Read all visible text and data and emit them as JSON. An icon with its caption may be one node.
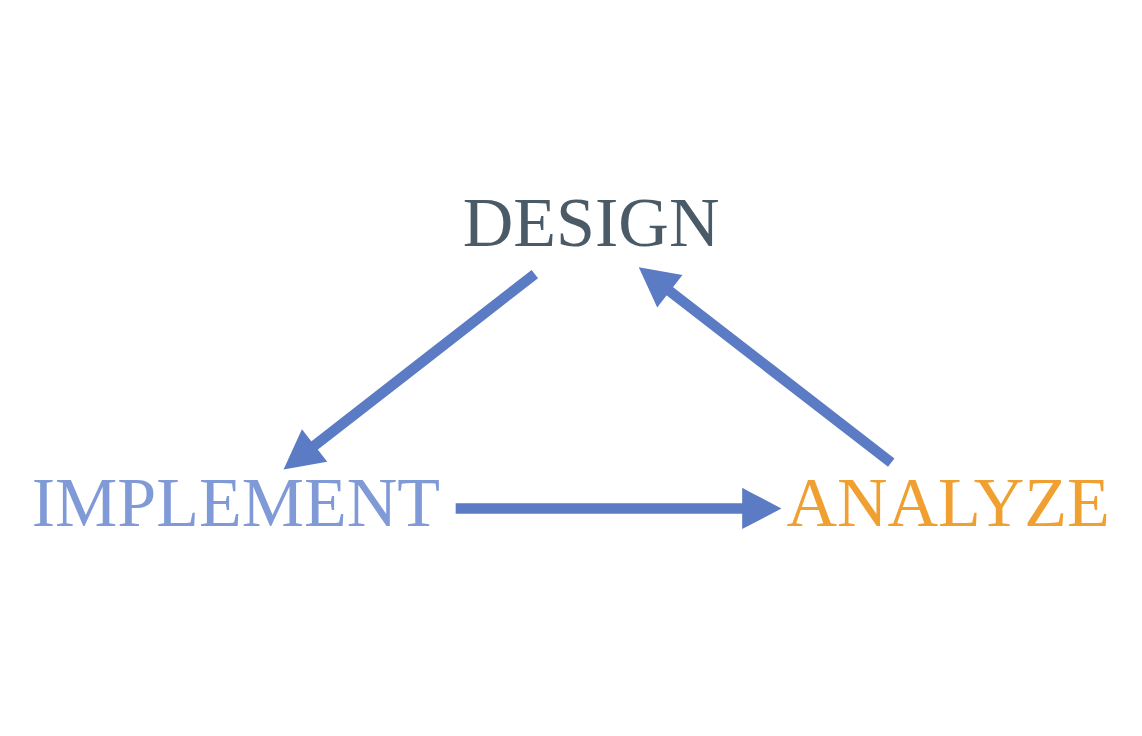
{
  "diagram": {
    "nodes": [
      {
        "text": [
          "DESIGN"
        ]
      },
      {
        "text": [
          "IMPLEMENT"
        ]
      },
      {
        "text": [
          "ANALYZE"
        ]
      }
    ],
    "edges": [
      {
        "from": 2,
        "to": 0,
        "arrow": "to"
      },
      {
        "from": 0,
        "to": 1,
        "arrow": "to"
      },
      {
        "from": 1,
        "to": 2,
        "arrow": "to"
      }
    ]
  }
}
